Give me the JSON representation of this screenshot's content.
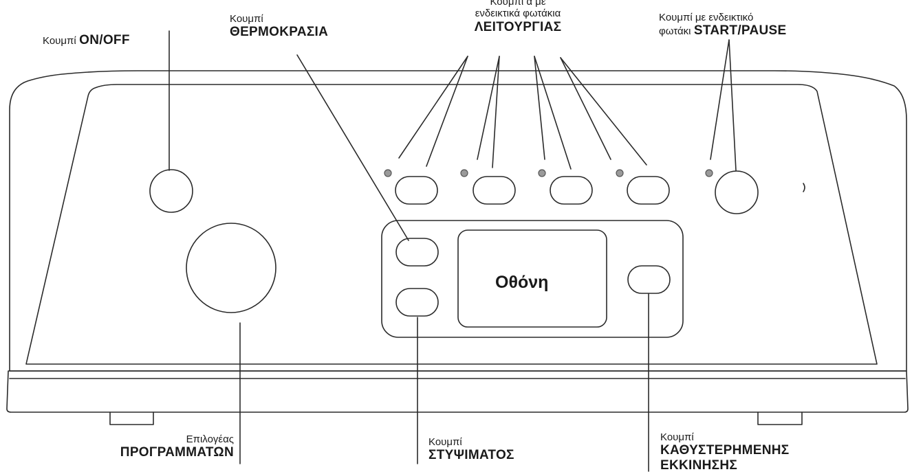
{
  "labels": {
    "onoff": {
      "prefix": "Κουμπί",
      "bold": "ON/OFF"
    },
    "temperature": {
      "line1": "Κουμπί",
      "bold": "ΘΕΡΜΟΚΡΑΣΙΑ"
    },
    "functions": {
      "line1": "Κουμπί ά με",
      "line2": "ενδεικτικά φωτάκια",
      "bold": "ΛΕΙΤΟΥΡΓΙΑΣ"
    },
    "start_pause": {
      "line1": "Κουμπί με ενδεικτικό",
      "line2_prefix": "φωτάκι",
      "bold": "START/PAUSE"
    },
    "programs": {
      "line1": "Επιλογέας",
      "bold": "ΠΡΟΓΡΑΜΜΑΤΩΝ"
    },
    "spin": {
      "line1": "Κουμπί",
      "bold": "ΣΤΥΨΙΜΑΤΟΣ"
    },
    "delay": {
      "line1": "Κουμπί",
      "bold1": "ΚΑΘΥΣΤΕΡΗΜΕΝΗΣ",
      "bold2": "ΕΚΚΙΝΗΣΗΣ"
    }
  },
  "screen": {
    "text": "Οθόνη"
  },
  "colors": {
    "stroke": "#2a2a2a",
    "indicator": "#9a9a9a",
    "background": "#ffffff"
  }
}
